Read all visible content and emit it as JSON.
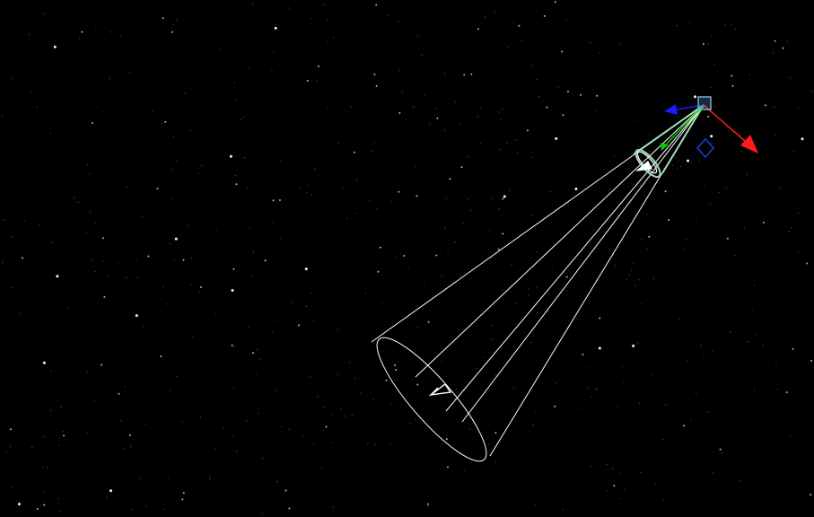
{
  "scene": {
    "background_color": "#000000",
    "light_type": "spot-light",
    "selected_object": "spot-light",
    "wireframe_color": "#ffffff",
    "selection_color": "#9fe0b8"
  },
  "gizmo": {
    "mode": "translate",
    "x_axis_color": "#ff1a1a",
    "y_axis_color": "#00d000",
    "z_axis_color": "#1a1aff",
    "plane_handle_color": "#1e3cd8",
    "center_handle_color": "#6fb0d8"
  },
  "starfield": {
    "star_color": "#ffffff",
    "dim_star_color": "#8a9bb0"
  }
}
